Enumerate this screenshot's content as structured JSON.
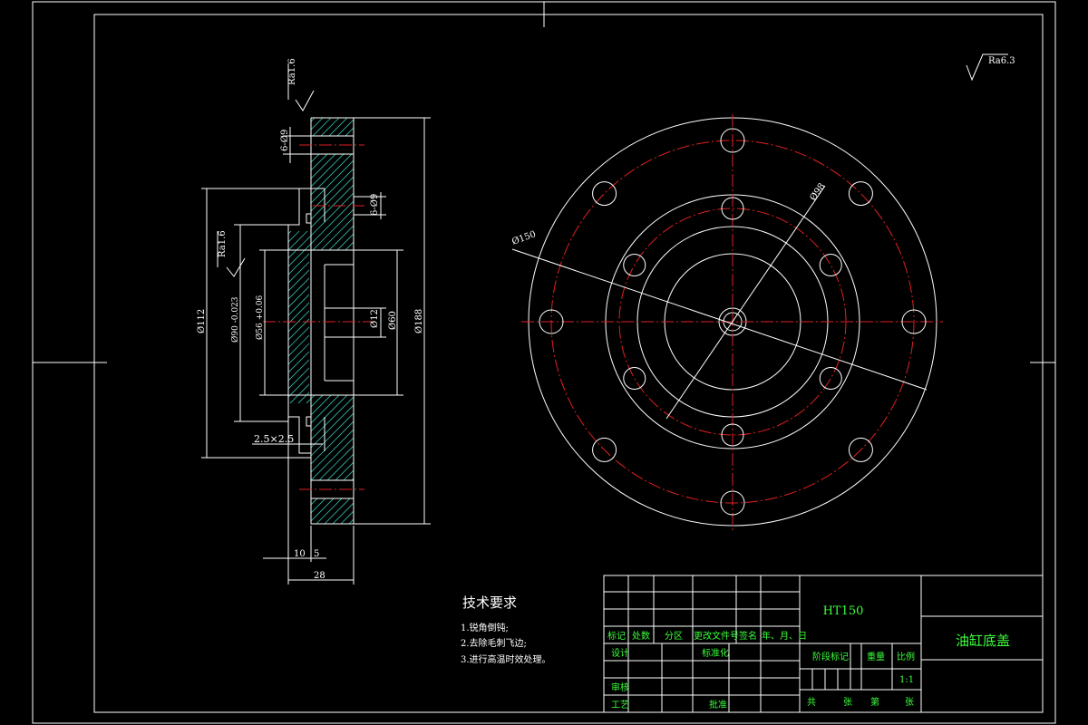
{
  "drawing": {
    "material": "HT150",
    "part_name": "油缸底盖",
    "roughness_global": "Ra6.3",
    "roughness_top": "Ra1.6",
    "roughness_left": "Ra1.6"
  },
  "dimensions": {
    "d150": "Ø150",
    "d98": "Ø98",
    "d112": "Ø112",
    "d90": "Ø90 -0.023",
    "d56": "Ø56 +0.06",
    "d60": "Ø60",
    "d12": "Ø12",
    "d188": "Ø188",
    "hole_top": "6-Ø9",
    "hole_mid": "6-Ø9",
    "groove": "2.5×2.5",
    "w10": "10",
    "w5": "5",
    "w28": "28"
  },
  "tech_req": {
    "title": "技术要求",
    "items": [
      "1.锐角倒钝;",
      "2.去除毛刺飞边;",
      "3.进行高温时效处理。"
    ]
  },
  "title_block": {
    "row_labels": [
      "标记",
      "处数",
      "分区",
      "更改文件号",
      "签名",
      "年、月、日"
    ],
    "design": "设计",
    "standard": "标准化",
    "review": "审核",
    "process": "工艺",
    "approve": "批准",
    "stage_mark": "阶段标记",
    "weight": "重量",
    "scale_label": "比例",
    "scale_value": "1:1",
    "sheet_total": "共",
    "sheet_unit1": "张",
    "sheet_no": "第",
    "sheet_unit2": "张"
  }
}
